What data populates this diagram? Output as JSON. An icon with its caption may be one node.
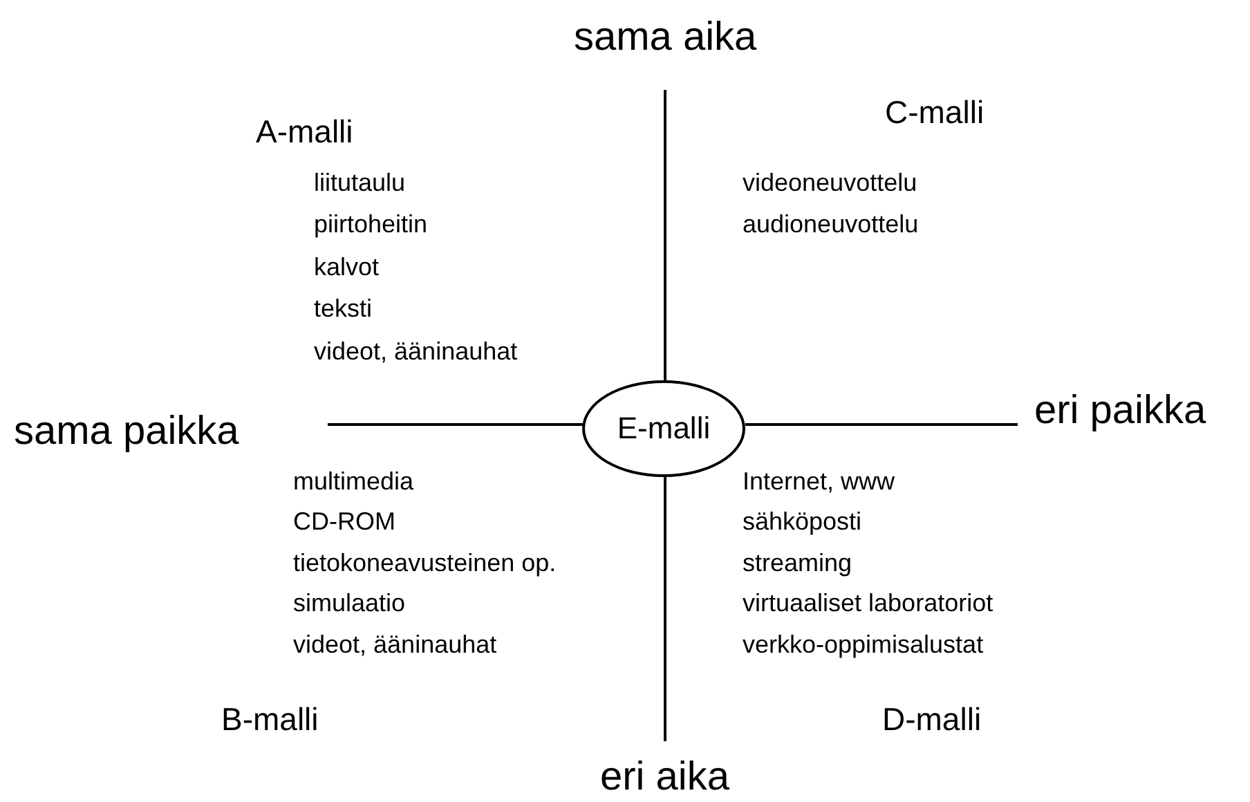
{
  "diagram": {
    "nodes": [
      {
        "text": [
          "E-malli"
        ]
      }
    ],
    "labels": [
      "sama aika",
      "A-malli",
      "C-malli",
      "liitutaulu",
      "piirtoheitin",
      "kalvot",
      "teksti",
      "videot, ääninauhat",
      "videoneuvottelu",
      "audioneuvottelu",
      "sama paikka",
      "eri paikka",
      "multimedia",
      "CD-ROM",
      "tietokoneavusteinen op.",
      "simulaatio",
      "videot, ääninauhat",
      "Internet, www",
      "sähköposti",
      "streaming",
      "virtuaaliset laboratoriot",
      "verkko-oppimisalustat",
      "B-malli",
      "D-malli",
      "eri aika"
    ]
  }
}
